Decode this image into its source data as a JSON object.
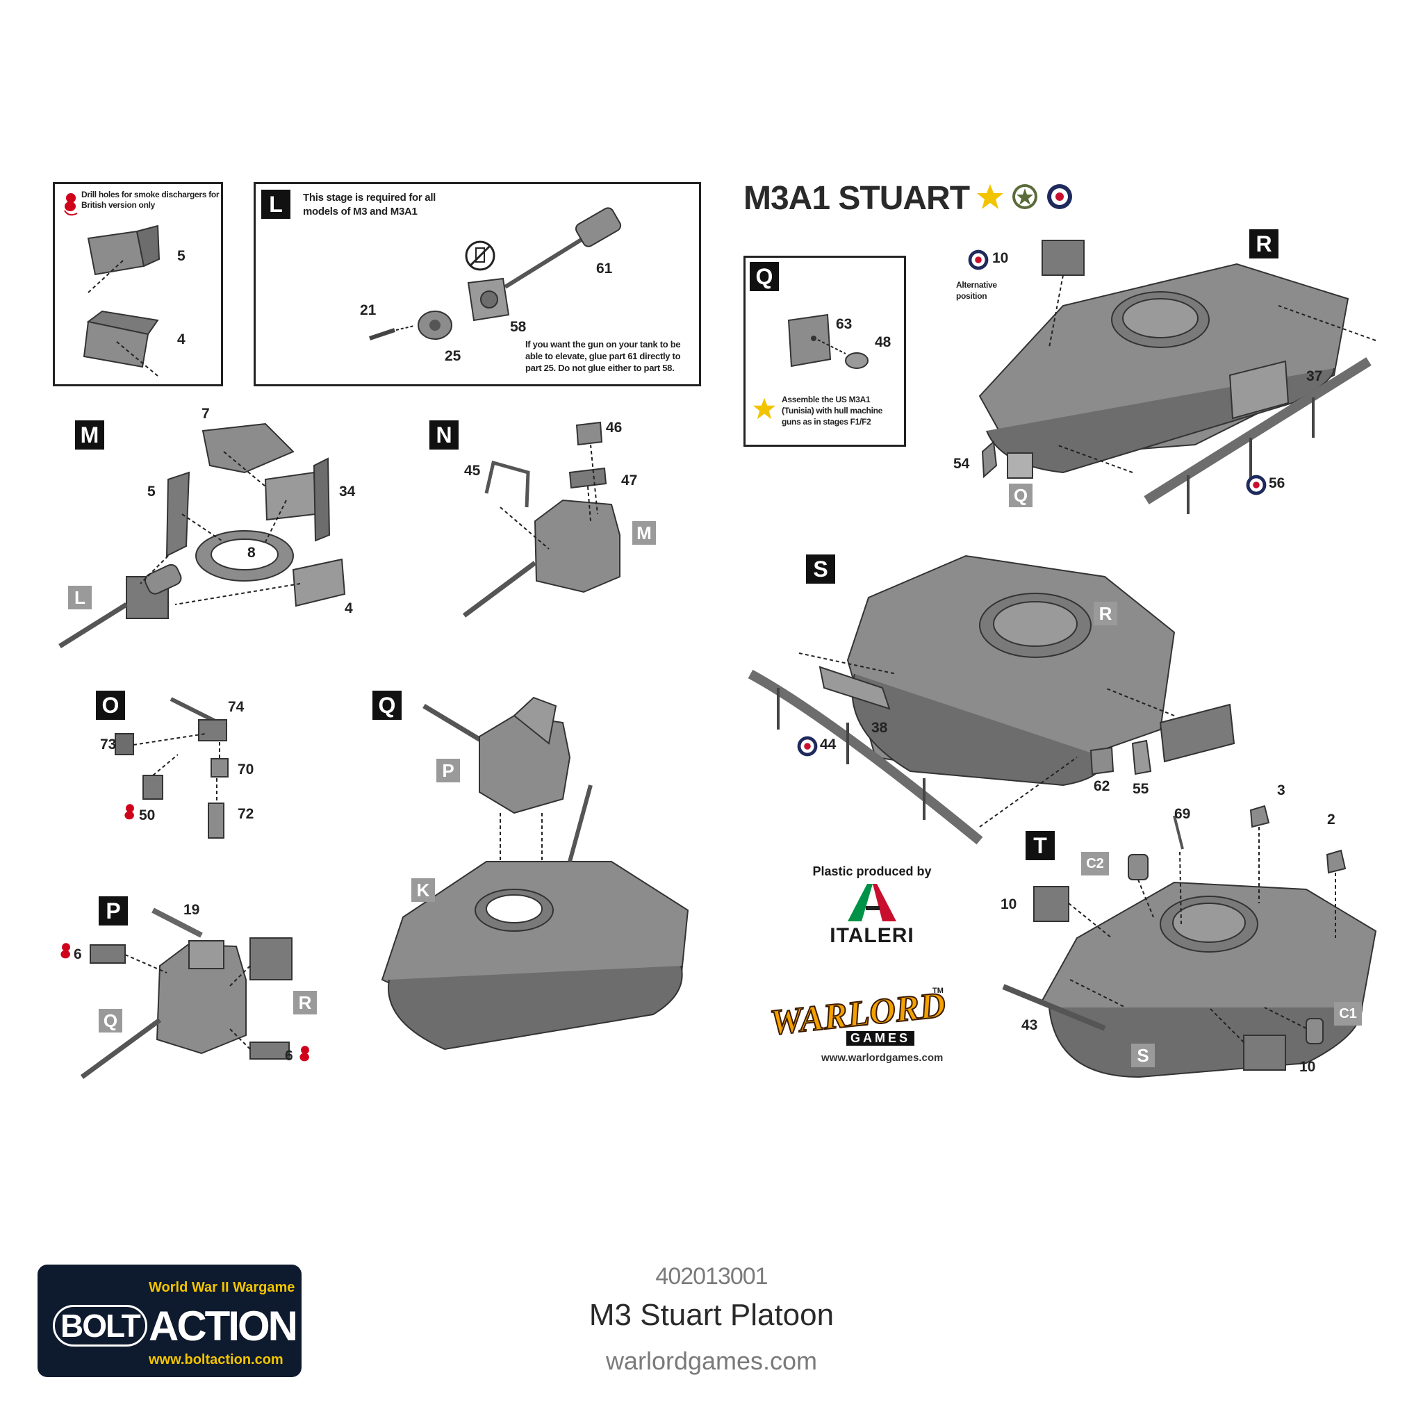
{
  "header": {
    "model_title": "M3A1 STUART",
    "flags": [
      "star-icon",
      "us-star-roundel-icon",
      "raf-roundel-icon"
    ]
  },
  "boxes": {
    "smoke": {
      "note": "Drill holes for smoke dischargers for British version only",
      "parts": [
        "5",
        "4"
      ]
    },
    "L": {
      "letter": "L",
      "note_top": "This stage is required for all models of M3 and M3A1",
      "parts": [
        "61",
        "21",
        "25",
        "58"
      ],
      "note_bottom": "If you want the gun on your tank to be able to elevate, glue part 61 directly to part 25. Do not glue either to part 58."
    },
    "Qbox": {
      "letter": "Q",
      "parts": [
        "63",
        "48"
      ],
      "note": "Assemble the US M3A1 (Tunisia) with hull machine guns as in stages F1/F2"
    }
  },
  "steps": {
    "M": {
      "letter": "M",
      "parts": [
        "7",
        "5",
        "34",
        "8",
        "4"
      ],
      "ref": "L"
    },
    "N": {
      "letter": "N",
      "parts": [
        "45",
        "46",
        "47"
      ],
      "ref": "M"
    },
    "O": {
      "letter": "O",
      "parts": [
        "74",
        "73",
        "70",
        "50",
        "72"
      ]
    },
    "P": {
      "letter": "P",
      "parts": [
        "19",
        "6",
        "6"
      ],
      "refs": [
        "Q",
        "R"
      ]
    },
    "Q": {
      "letter": "Q",
      "refs": [
        "P",
        "K"
      ]
    },
    "R": {
      "letter": "R",
      "parts": [
        "10",
        "37",
        "54",
        "56"
      ],
      "alt": "Alternative position",
      "ref": "Q"
    },
    "S": {
      "letter": "S",
      "parts": [
        "38",
        "44",
        "62",
        "55"
      ],
      "ref": "R"
    },
    "T": {
      "letter": "T",
      "parts": [
        "3",
        "69",
        "2",
        "10",
        "43",
        "10"
      ],
      "refs": [
        "C2",
        "C1",
        "S"
      ]
    }
  },
  "logos": {
    "italeri_caption": "Plastic produced by",
    "italeri_name": "ITALERI",
    "warlord_name": "WARLORD",
    "warlord_sub": "GAMES",
    "warlord_tm": "TM",
    "warlord_url": "www.warlordgames.com",
    "boltaction_tag": "World War II Wargame",
    "boltaction_bolt": "BOLT",
    "boltaction_action": "ACTION",
    "boltaction_url": "www.boltaction.com"
  },
  "footer": {
    "product_code": "402013001",
    "product_name": "M3 Stuart Platoon",
    "website": "warlordgames.com"
  },
  "colors": {
    "part_fill": "#8c8c8c",
    "part_dark": "#5f5f5f",
    "ref_grey": "#9a9a9a",
    "star_yellow": "#f2c400",
    "roundel_blue": "#1f2a5c",
    "roundel_red": "#c8102e",
    "warning_red": "#d0021b",
    "italeri_green": "#009246",
    "footer_grey": "#7a7a7a"
  }
}
